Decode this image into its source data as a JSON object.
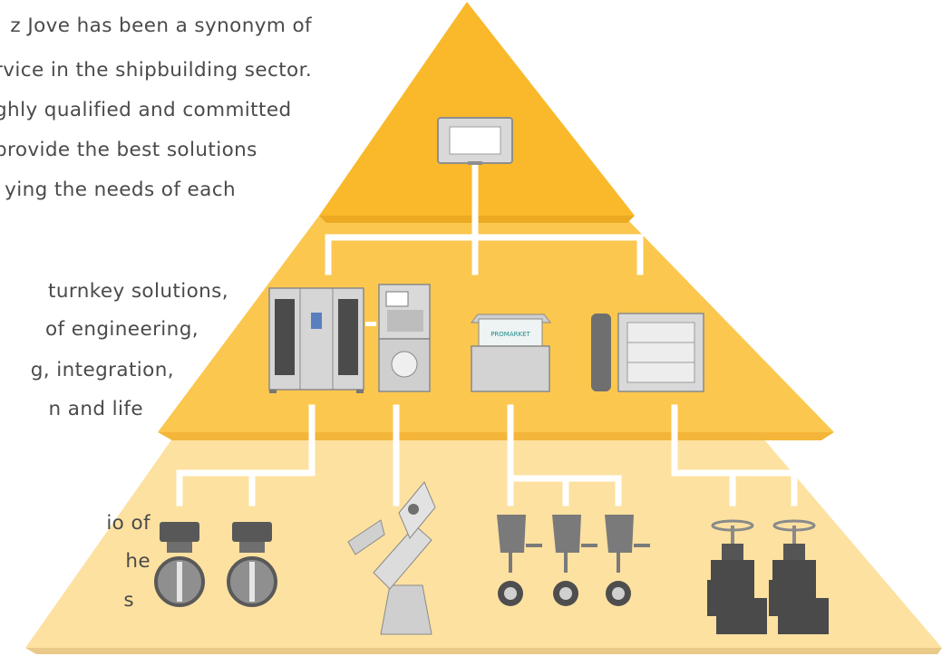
{
  "text_lines": [
    "z Jove has been a synonym of",
    "rvice in the shipbuilding sector.",
    "ghly qualified and committed",
    "provide the best solutions",
    "ying  the  needs  of  each",
    "turnkey solutions,",
    "of engineering,",
    "g, integration,",
    "n   and   life",
    "io  of",
    "he",
    "s"
  ],
  "device_labels": {
    "hmi_screen": "PROMARKET"
  },
  "colors": {
    "tier_top": "#f9b92b",
    "tier_middle": "#fbc74f",
    "tier_bottom": "#fde1a1",
    "connector": "#ffffff",
    "body_text": "#4a4a4a",
    "device_gray": "#6f6f6f",
    "device_light": "#d9d9d9"
  },
  "icons": [
    "control-panel-icon",
    "cabinet-icon",
    "actuator-panel-icon",
    "hmi-console-icon",
    "valve-cabinet-icon",
    "butterfly-valve-icon",
    "robot-arm-icon",
    "actuated-valve-icon",
    "globe-valve-icon"
  ]
}
